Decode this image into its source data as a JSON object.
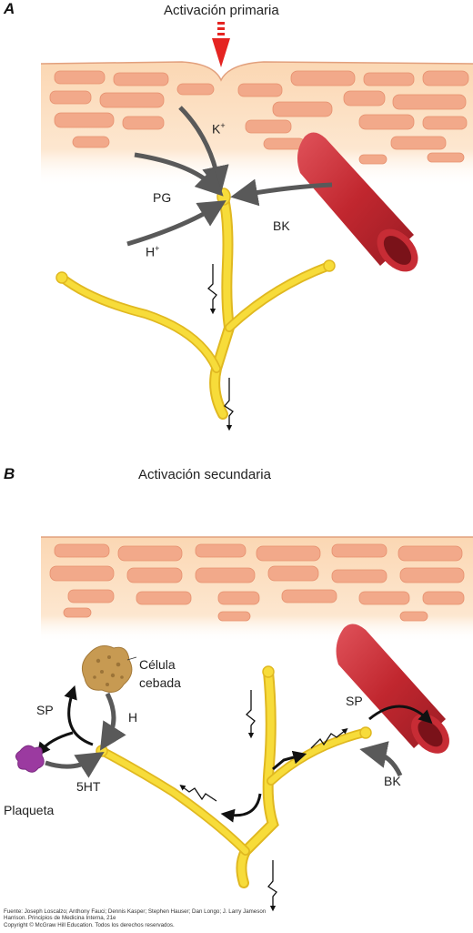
{
  "panel_a": {
    "letter": "A",
    "title": "Activación primaria",
    "labels": {
      "k": "K",
      "k_sup": "+",
      "pg": "PG",
      "h": "H",
      "h_sup": "+",
      "bk": "BK"
    }
  },
  "panel_b": {
    "letter": "B",
    "title": "Activación secundaria",
    "labels": {
      "celula_line1": "Célula",
      "celula_line2": "cebada",
      "sp_left": "SP",
      "h": "H",
      "ht": "5HT",
      "plaqueta": "Plaqueta",
      "sp_right": "SP",
      "bk": "BK"
    }
  },
  "credit": {
    "line1": "Fuente: Joseph Loscalzo; Anthony Fauci; Dennis Kasper; Stephen Hauser; Dan Longo; J. Larry Jameson",
    "line2": "Harrison. Principios de Medicina Interna, 21e",
    "line3": "Copyright © McGraw Hill Education. Todos los derechos reservados."
  },
  "colors": {
    "skin_cells": "#f2a98a",
    "skin_bg": "#fbd9b8",
    "nerve": "#f7dc3a",
    "vessel": "#c9303c",
    "arrow": "#595959",
    "stimulus": "#e52421",
    "platelet": "#9b3aa0",
    "mast_cell": "#c79a52"
  }
}
